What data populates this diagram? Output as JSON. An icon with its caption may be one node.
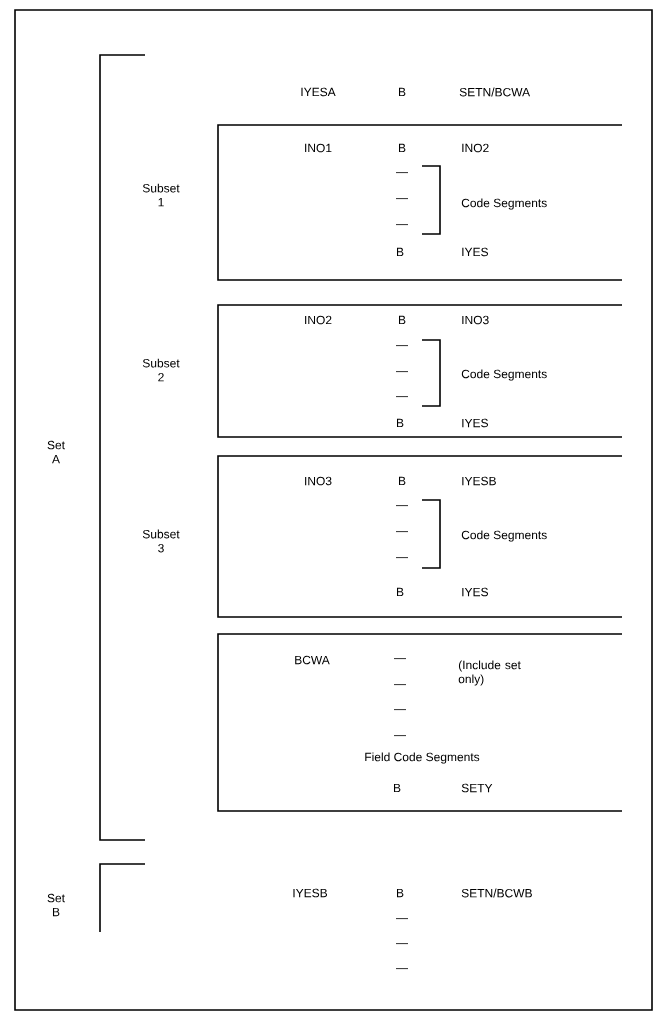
{
  "diagram": {
    "nodes": [
      {
        "text": [
          "INO1",
          "B",
          "INO2",
          "—",
          "—",
          "—",
          "Code Segments",
          "B",
          "IYES"
        ]
      },
      {
        "text": [
          "INO2",
          "B",
          "INO3",
          "—",
          "—",
          "—",
          "Code Segments",
          "B",
          "IYES"
        ]
      },
      {
        "text": [
          "INO3",
          "B",
          "IYESB",
          "—",
          "—",
          "—",
          "Code Segments",
          "B",
          "IYES"
        ]
      },
      {
        "text": [
          "BCWA",
          "—",
          "(Include set only)",
          "—",
          "—",
          "—",
          "Field Code Segments",
          "B",
          "SETY"
        ]
      }
    ],
    "labels": [
      "IYESA",
      "B",
      "SETN/BCWA",
      "Subset 1",
      "Subset 2",
      "Set A",
      "Subset 3",
      "IYESB",
      "B",
      "SETN/BCWB",
      "—",
      "—",
      "—",
      "Set B"
    ]
  }
}
